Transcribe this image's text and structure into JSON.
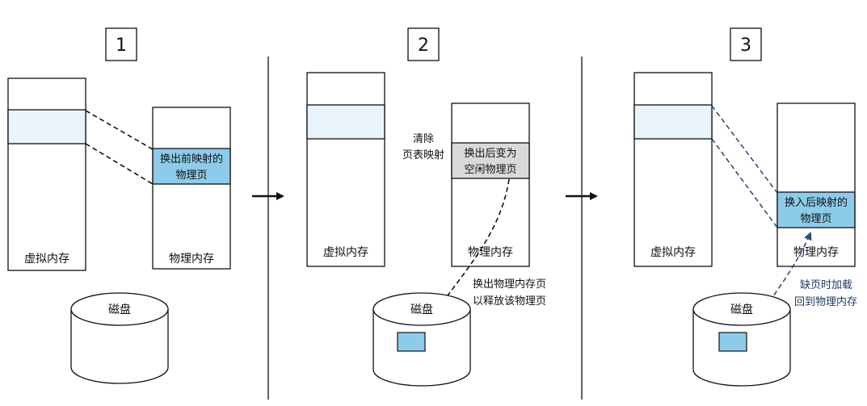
{
  "panels": [
    {
      "number": "1",
      "virtual_label": "虚拟内存",
      "physical_label": "物理内存",
      "physical_page": [
        "换出前映射的",
        "物理页"
      ],
      "disk_label": "磁盘"
    },
    {
      "number": "2",
      "virtual_label": "虚拟内存",
      "physical_label": "物理内存",
      "physical_page": [
        "换出后变为",
        "空闲物理页"
      ],
      "disk_label": "磁盘",
      "clear_note": [
        "清除",
        "页表映射"
      ],
      "swap_out_note": [
        "换出物理内存页",
        "以释放该物理页"
      ]
    },
    {
      "number": "3",
      "virtual_label": "虚拟内存",
      "physical_label": "物理内存",
      "physical_page": [
        "换入后映射的",
        "物理页"
      ],
      "disk_label": "磁盘",
      "load_note": [
        "缺页时加载",
        "回到物理内存"
      ]
    }
  ],
  "colors": {
    "virtual_page": "#e9f4fa",
    "mapped_page": "#8ccbea",
    "free_page": "#d9d9d9",
    "disk_block": "#8ccbea",
    "load_arrow": "#2f4d7a"
  }
}
